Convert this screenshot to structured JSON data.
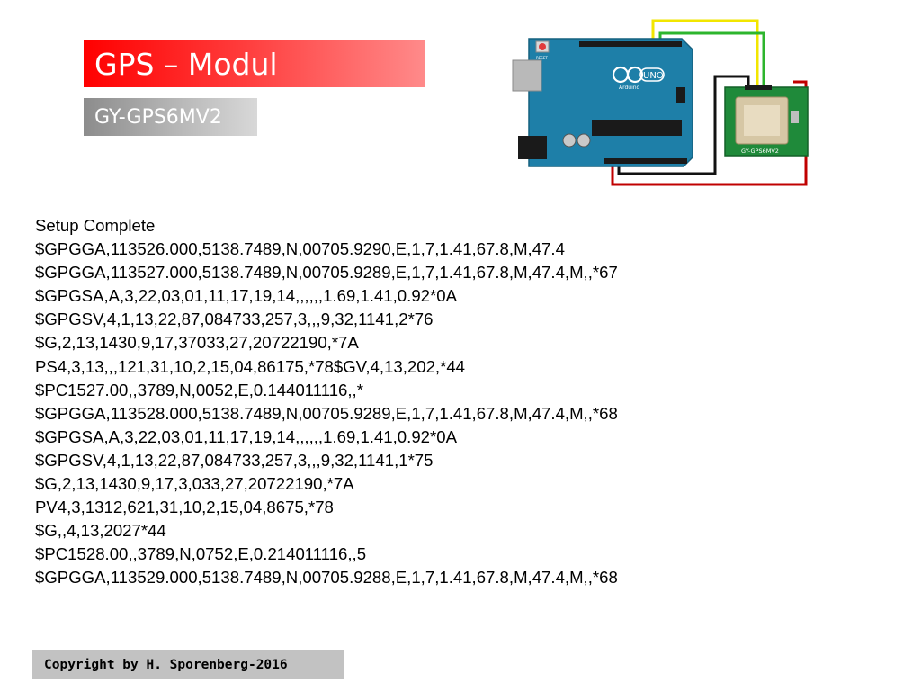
{
  "slide": {
    "title": "GPS – Modul",
    "subtitle": "GY-GPS6MV2",
    "serial_output": [
      "Setup Complete",
      "$GPGGA,113526.000,5138.7489,N,00705.9290,E,1,7,1.41,67.8,M,47.4",
      "$GPGGA,113527.000,5138.7489,N,00705.9289,E,1,7,1.41,67.8,M,47.4,M,,*67",
      "$GPGSA,A,3,22,03,01,11,17,19,14,,,,,,1.69,1.41,0.92*0A",
      "$GPGSV,4,1,13,22,87,084733,257,3,,,9,32,1141,2*76",
      "$G,2,13,1430,9,17,37033,27,20722190,*7A",
      "PS4,3,13,,,121,31,10,2,15,04,86175,*78$GV,4,13,202,*44",
      "$PC1527.00,,3789,N,0052,E,0.144011116,,*",
      "$GPGGA,113528.000,5138.7489,N,00705.9289,E,1,7,1.41,67.8,M,47.4,M,,*68",
      "$GPGSA,A,3,22,03,01,11,17,19,14,,,,,,1.69,1.41,0.92*0A",
      "$GPGSV,4,1,13,22,87,084733,257,3,,,9,32,1141,1*75",
      "$G,2,13,1430,9,17,3,033,27,20722190,*7A",
      "PV4,3,1312,621,31,10,2,15,04,8675,*78",
      "$G,,4,13,2027*44",
      "$PC1528.00,,3789,N,0752,E,0.214011116,,5",
      "$GPGGA,113529.000,5138.7489,N,00705.9288,E,1,7,1.41,67.8,M,47.4,M,,*68"
    ],
    "copyright": "Copyright by H. Sporenberg-2016"
  },
  "circuit": {
    "board_logo": "UNO",
    "board_brand": "Arduino",
    "reset_label": "RESET",
    "module_label": "GY-GPS6MV2",
    "colors": {
      "board": "#1e7fa8",
      "module": "#1f8a3a",
      "wire_yellow": "#f2e600",
      "wire_green": "#2db52d",
      "wire_black": "#111111",
      "wire_red": "#c00000"
    }
  }
}
